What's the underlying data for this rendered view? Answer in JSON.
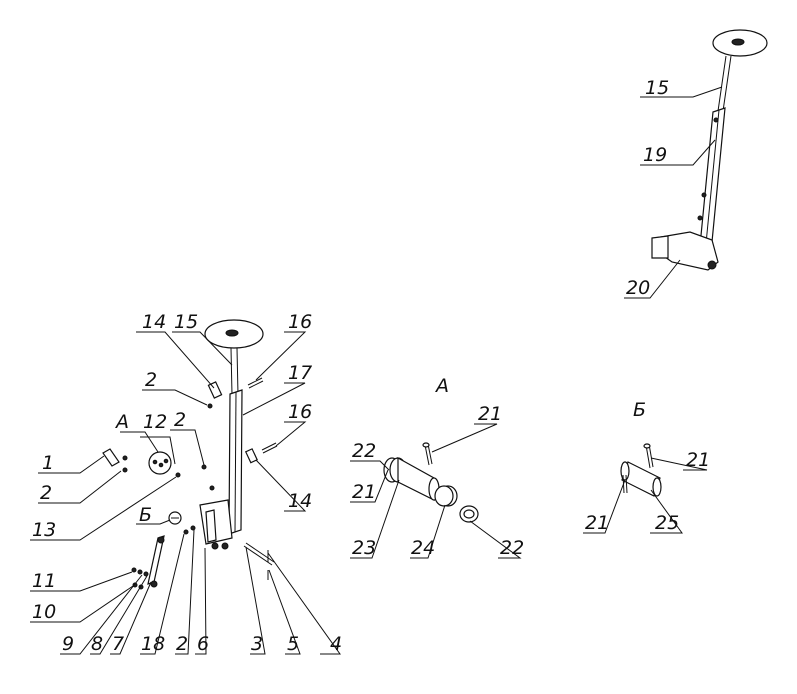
{
  "view_labels": {
    "detail_a": "А",
    "detail_b": "Б",
    "main_a": "А",
    "main_b": "Б"
  },
  "callouts": {
    "c1": "1",
    "c2a": "2",
    "c13": "13",
    "c11": "11",
    "c10": "10",
    "c9": "9",
    "c8": "8",
    "c7": "7",
    "c18": "18",
    "c2b": "2",
    "c6": "6",
    "c3": "3",
    "c5": "5",
    "c4": "4",
    "c12": "12",
    "c2c": "2",
    "c2d": "2",
    "c14a": "14",
    "c15a": "15",
    "c16a": "16",
    "c17": "17",
    "c16b": "16",
    "c14b": "14",
    "c15b": "15",
    "c19": "19",
    "c20": "20",
    "a21a": "21",
    "a22a": "22",
    "a21b": "21",
    "a23": "23",
    "a24": "24",
    "a22b": "22",
    "b21a": "21",
    "b21b": "21",
    "b25": "25"
  }
}
